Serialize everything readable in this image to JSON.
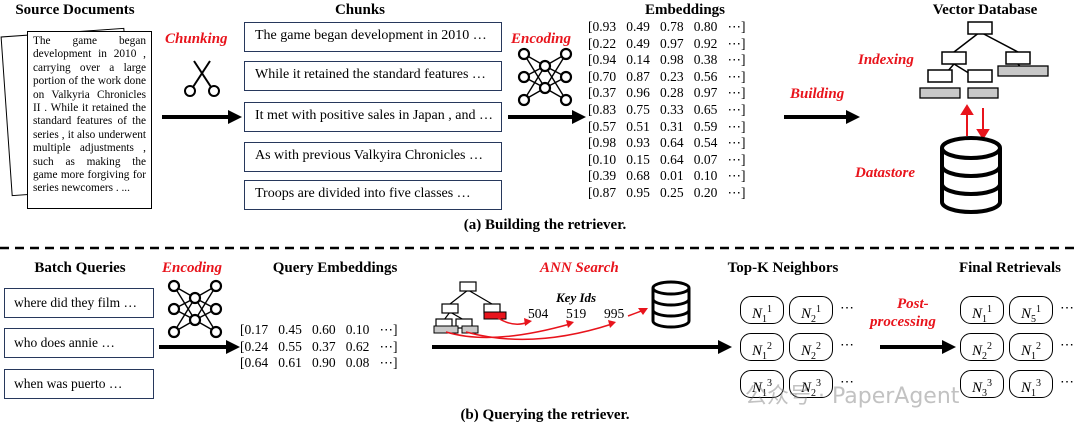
{
  "top": {
    "source_title": "Source Documents",
    "doc_text": "The game began development in 2010 , carrying over a large portion of the work done on Valkyria Chronicles II . While it retained the standard features of the series , it also underwent multiple adjustments , such as making the game more forgiving for series newcomers . ...",
    "chunking_label": "Chunking",
    "chunks_title": "Chunks",
    "chunks": [
      "The game began development in 2010 …",
      "While it retained the standard features …",
      "It met with positive sales in Japan , and …",
      "As with previous Valkyira Chronicles …",
      "Troops are divided into five classes …"
    ],
    "encoding_label": "Encoding",
    "embeddings_title": "Embeddings",
    "embeddings": [
      [
        "0.93",
        "0.49",
        "0.78",
        "0.80"
      ],
      [
        "0.22",
        "0.49",
        "0.97",
        "0.92"
      ],
      [
        "0.94",
        "0.14",
        "0.98",
        "0.38"
      ],
      [
        "0.70",
        "0.87",
        "0.23",
        "0.56"
      ],
      [
        "0.37",
        "0.96",
        "0.28",
        "0.97"
      ],
      [
        "0.83",
        "0.75",
        "0.33",
        "0.65"
      ],
      [
        "0.57",
        "0.51",
        "0.31",
        "0.59"
      ],
      [
        "0.98",
        "0.93",
        "0.64",
        "0.54"
      ],
      [
        "0.10",
        "0.15",
        "0.64",
        "0.07"
      ],
      [
        "0.39",
        "0.68",
        "0.01",
        "0.10"
      ],
      [
        "0.87",
        "0.95",
        "0.25",
        "0.20"
      ]
    ],
    "building_label": "Building",
    "vector_db_title": "Vector Database",
    "indexing_label": "Indexing",
    "datastore_label": "Datastore",
    "caption": "(a) Building the retriever."
  },
  "bottom": {
    "batch_title": "Batch Queries",
    "queries": [
      "where did they film …",
      "who does annie …",
      "when was puerto …"
    ],
    "encoding_label": "Encoding",
    "query_emb_title": "Query Embeddings",
    "query_embeddings": [
      [
        "0.17",
        "0.45",
        "0.60",
        "0.10"
      ],
      [
        "0.24",
        "0.55",
        "0.37",
        "0.62"
      ],
      [
        "0.64",
        "0.61",
        "0.90",
        "0.08"
      ]
    ],
    "ann_label": "ANN Search",
    "key_ids_label": "Key Ids",
    "key_ids": [
      "504",
      "519",
      "995"
    ],
    "topk_title": "Top-K Neighbors",
    "final_title": "Final Retrievals",
    "post_label_1": "Post-",
    "post_label_2": "processing",
    "caption": "(b) Querying the retriever.",
    "watermark": "公众号 · PaperAgent"
  },
  "colors": {
    "accent_red": "#e8141c",
    "box_border": "#27385c",
    "index_leaf": "#c8c8c8"
  }
}
